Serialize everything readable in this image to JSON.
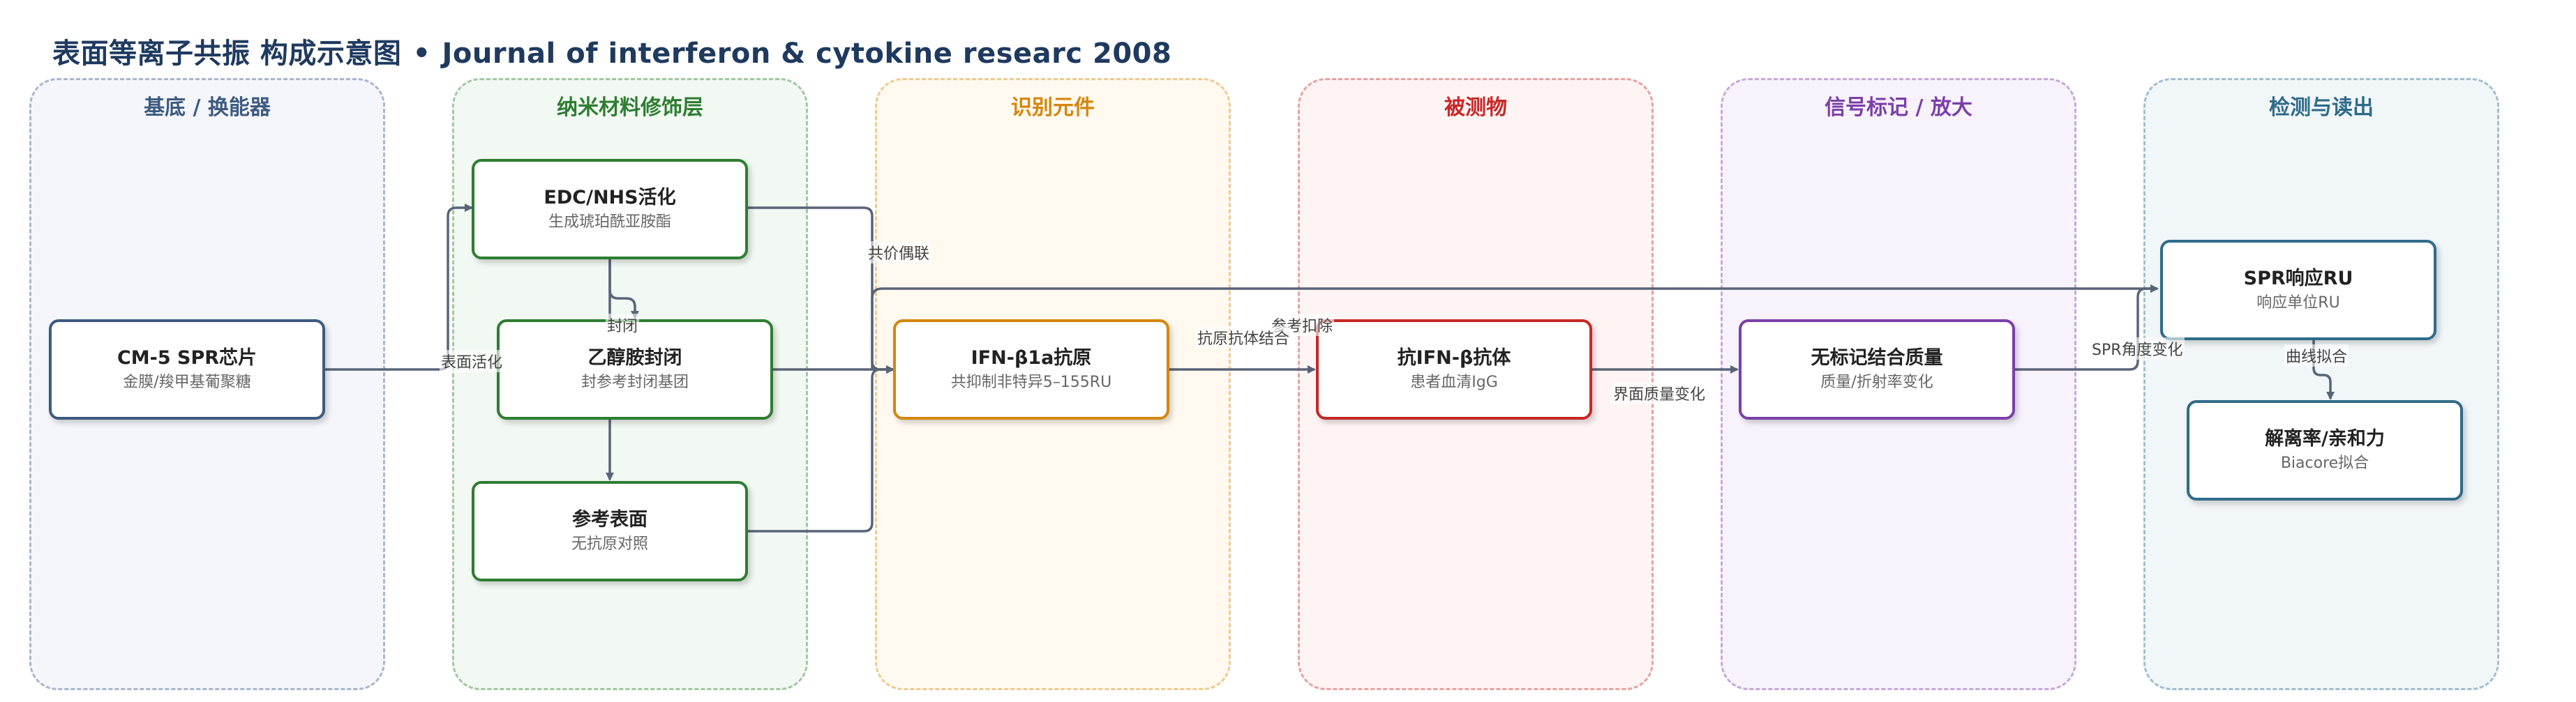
{
  "header": {
    "title": "表面等离子共振 构成示意图",
    "separator": "•",
    "source": "Journal of interferon & cytokine researc 2008"
  },
  "lanes": [
    {
      "title": "基底 / 换能器",
      "color": "#3d5a80",
      "fill": "#f4f6fb"
    },
    {
      "title": "纳米材料修饰层",
      "color": "#2e7d32",
      "fill": "#f2f8f2"
    },
    {
      "title": "识别元件",
      "color": "#d4860b",
      "fill": "#fff9ef"
    },
    {
      "title": "被测物",
      "color": "#c62828",
      "fill": "#fff4f4"
    },
    {
      "title": "信号标记 / 放大",
      "color": "#7b3fa8",
      "fill": "#f7f2fb"
    },
    {
      "title": "检测与读出",
      "color": "#2f6b8a",
      "fill": "#f1f6f8"
    }
  ],
  "nodes": {
    "chip": {
      "title": "CM-5 SPR芯片",
      "subtitle": "金膜/羧甲基葡聚糖",
      "color": "#3d5a80"
    },
    "edc": {
      "title": "EDC/NHS活化",
      "subtitle": "生成琥珀酰亚胺酯",
      "color": "#2e7d32"
    },
    "ethanolamine": {
      "title": "乙醇胺封闭",
      "subtitle": "封参考封闭基团",
      "color": "#2e7d32"
    },
    "reference": {
      "title": "参考表面",
      "subtitle": "无抗原对照",
      "color": "#2e7d32"
    },
    "antigen": {
      "title": "IFN-β1a抗原",
      "subtitle": "共抑制非特异5–155RU",
      "color": "#d4860b"
    },
    "antibody": {
      "title": "抗IFN-β抗体",
      "subtitle": "患者血清IgG",
      "color": "#c62828"
    },
    "mass": {
      "title": "无标记结合质量",
      "subtitle": "质量/折射率变化",
      "color": "#7b3fa8"
    },
    "spr": {
      "title": "SPR响应RU",
      "subtitle": "响应单位RU",
      "color": "#2f6b8a"
    },
    "kd": {
      "title": "解离率/亲和力",
      "subtitle": "Biacore拟合",
      "color": "#2f6b8a"
    }
  },
  "edge_labels": {
    "surface_activation": "表面活化",
    "covalent": "共价偶联",
    "block": "封闭",
    "ref_subtract": "参考扣除",
    "ag_ab": "抗原抗体结合",
    "interface_mass": "界面质量变化",
    "spr_angle": "SPR角度变化",
    "curve_fit": "曲线拟合"
  },
  "colors": {
    "edge": "#5a6478",
    "title": "#1f3a5f"
  }
}
